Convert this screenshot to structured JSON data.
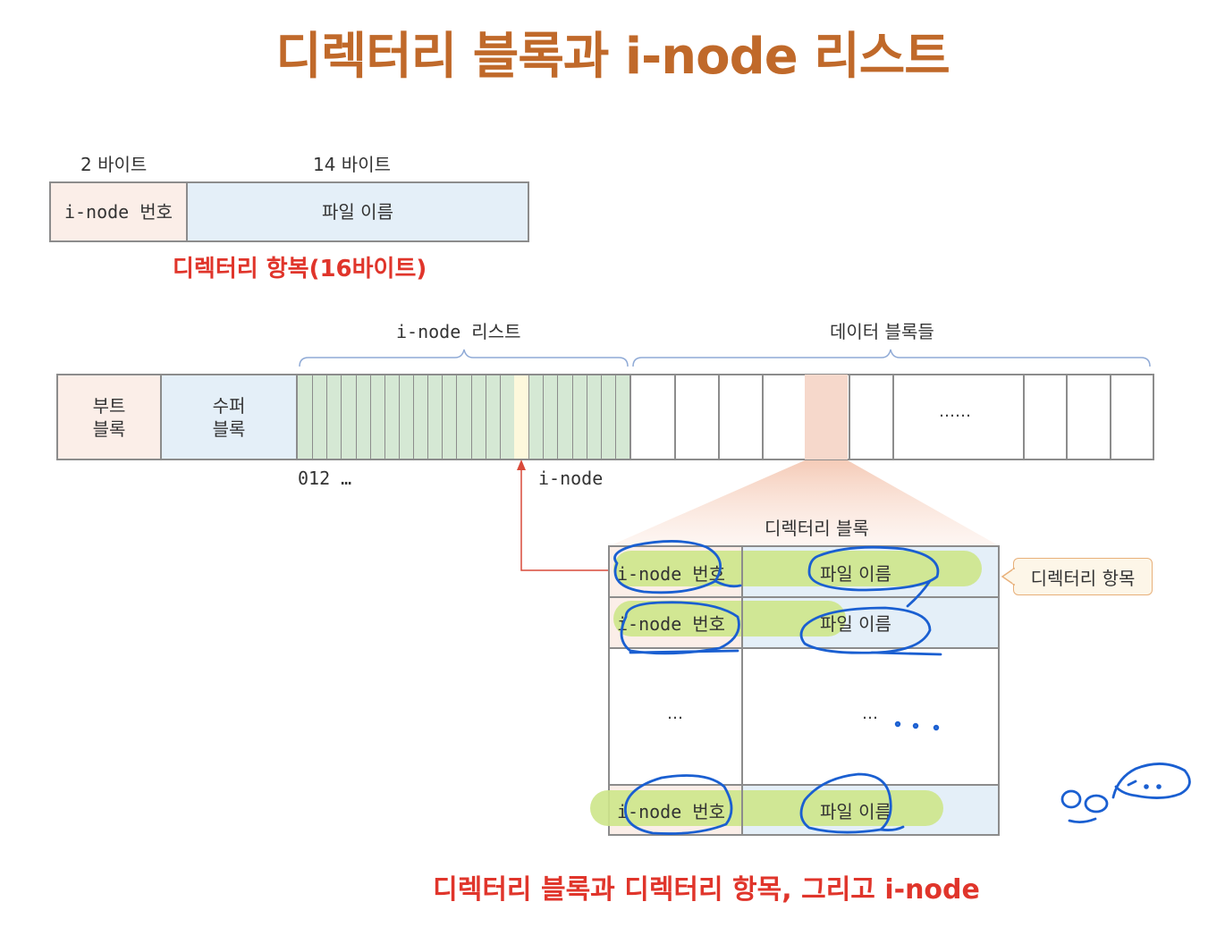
{
  "title": "디렉터리 블록과 i-node 리스트",
  "entry_format": {
    "size_inode": "2 바이트",
    "size_name": "14 바이트",
    "field_inode": "i-node 번호",
    "field_name": "파일 이름",
    "caption": "디렉터리 항복(16바이트)"
  },
  "disk": {
    "label_inode_list": "i-node 리스트",
    "label_data_blocks": "데이터 블록들",
    "boot_line1": "부트",
    "boot_line2": "블록",
    "super_line1": "수퍼",
    "super_line2": "블록",
    "ellipsis": "……",
    "index_label": "012 …",
    "inode_pointer_label": "i-node"
  },
  "dir_block": {
    "title": "디렉터리 블록",
    "rows": [
      {
        "inode": "i-node 번호",
        "name": "파일 이름"
      },
      {
        "inode": "i-node 번호",
        "name": "파일 이름"
      },
      {
        "inode": "…",
        "name": "…"
      },
      {
        "inode": "i-node 번호",
        "name": "파일 이름"
      }
    ],
    "callout": "디렉터리 항목"
  },
  "caption": "디렉터리 블록과 디렉터리 항목, 그리고 i-node",
  "colors": {
    "title": "#c0692a",
    "red": "#e0352b",
    "inode_fill": "#d5e8d4",
    "highlight": "#cde58a",
    "annotation": "#1a5fd1"
  }
}
